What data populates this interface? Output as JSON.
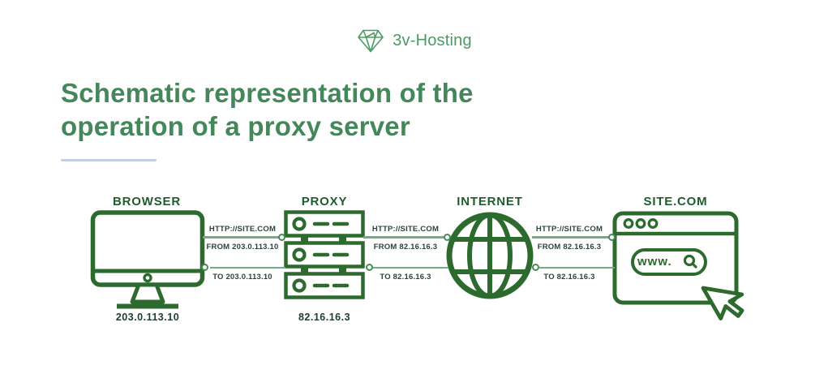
{
  "brand": {
    "name": "3v-Hosting",
    "logo_icon": "gem-icon"
  },
  "title": {
    "text": "Schematic representation of the operation of a proxy server"
  },
  "nodes": [
    {
      "label": "BROWSER",
      "caption": "203.0.113.10",
      "icon": "monitor-icon"
    },
    {
      "label": "PROXY",
      "caption": "82.16.16.3",
      "icon": "server-stack-icon"
    },
    {
      "label": "INTERNET",
      "caption": "",
      "icon": "globe-icon"
    },
    {
      "label": "SITE.COM",
      "caption": "",
      "icon": "browser-window-icon"
    }
  ],
  "connections": [
    {
      "request_protocol": "HTTP://SITE.COM",
      "request_from": "FROM 203.0.113.10",
      "response_to": "TO 203.0.113.10"
    },
    {
      "request_protocol": "HTTP://SITE.COM",
      "request_from": "FROM 82.16.16.3",
      "response_to": "TO 82.16.16.3"
    },
    {
      "request_protocol": "HTTP://SITE.COM",
      "request_from": "FROM 82.16.16.3",
      "response_to": "TO 82.16.16.3"
    }
  ],
  "site_window": {
    "address_text": "www.",
    "search_icon": "magnifier-icon",
    "cursor_icon": "mouse-pointer-icon"
  },
  "colors": {
    "icon_green": "#2d6a2e",
    "title_green": "#44875a",
    "heading_green": "#1f5c2c",
    "label_dark": "#2a443d",
    "line_green": "#74aa84",
    "ring_green": "#478a58",
    "logo_green": "#4c9a63",
    "divider_gray": "#c5cfe3"
  }
}
